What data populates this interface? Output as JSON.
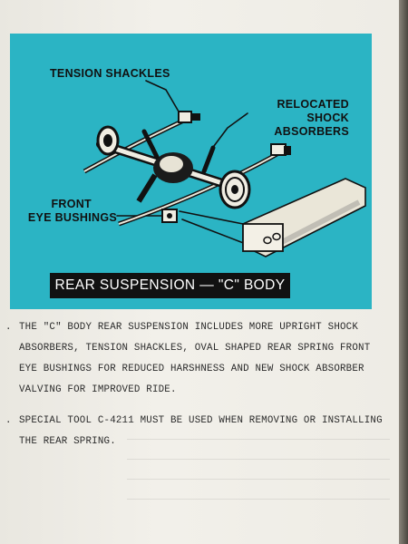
{
  "figure": {
    "callouts": {
      "tension_shackles": "TENSION SHACKLES",
      "relocated_1": "RELOCATED",
      "relocated_2": "SHOCK ABSORBERS",
      "front_1": "FRONT",
      "front_2": "EYE BUSHINGS"
    },
    "title": "REAR SUSPENSION — \"C\" BODY",
    "colors": {
      "panel": "#2bb4c4",
      "title_bar": "#111111"
    }
  },
  "paragraphs": [
    {
      "bullet": ".",
      "lines": [
        "THE \"C\" BODY REAR SUSPENSION INCLUDES MORE UPRIGHT SHOCK",
        "ABSORBERS, TENSION SHACKLES, OVAL SHAPED REAR SPRING FRONT",
        "EYE BUSHINGS FOR REDUCED HARSHNESS AND NEW SHOCK ABSORBER",
        "VALVING FOR IMPROVED RIDE."
      ]
    },
    {
      "bullet": ".",
      "lines": [
        "SPECIAL TOOL C-4211 MUST BE USED WHEN REMOVING OR INSTALLING",
        "THE REAR SPRING."
      ]
    }
  ]
}
